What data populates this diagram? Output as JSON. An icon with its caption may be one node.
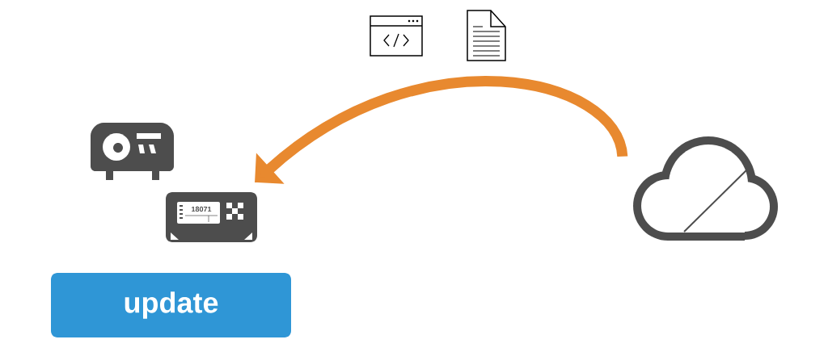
{
  "diagram": {
    "nodes": [
      {
        "text": [
          "18071"
        ]
      },
      {
        "text": [
          "update"
        ]
      },
      {
        "text": [],
        "shape": "cloud"
      }
    ],
    "edges": [
      {
        "from": 2,
        "to": 0,
        "arrow": "to"
      }
    ]
  }
}
